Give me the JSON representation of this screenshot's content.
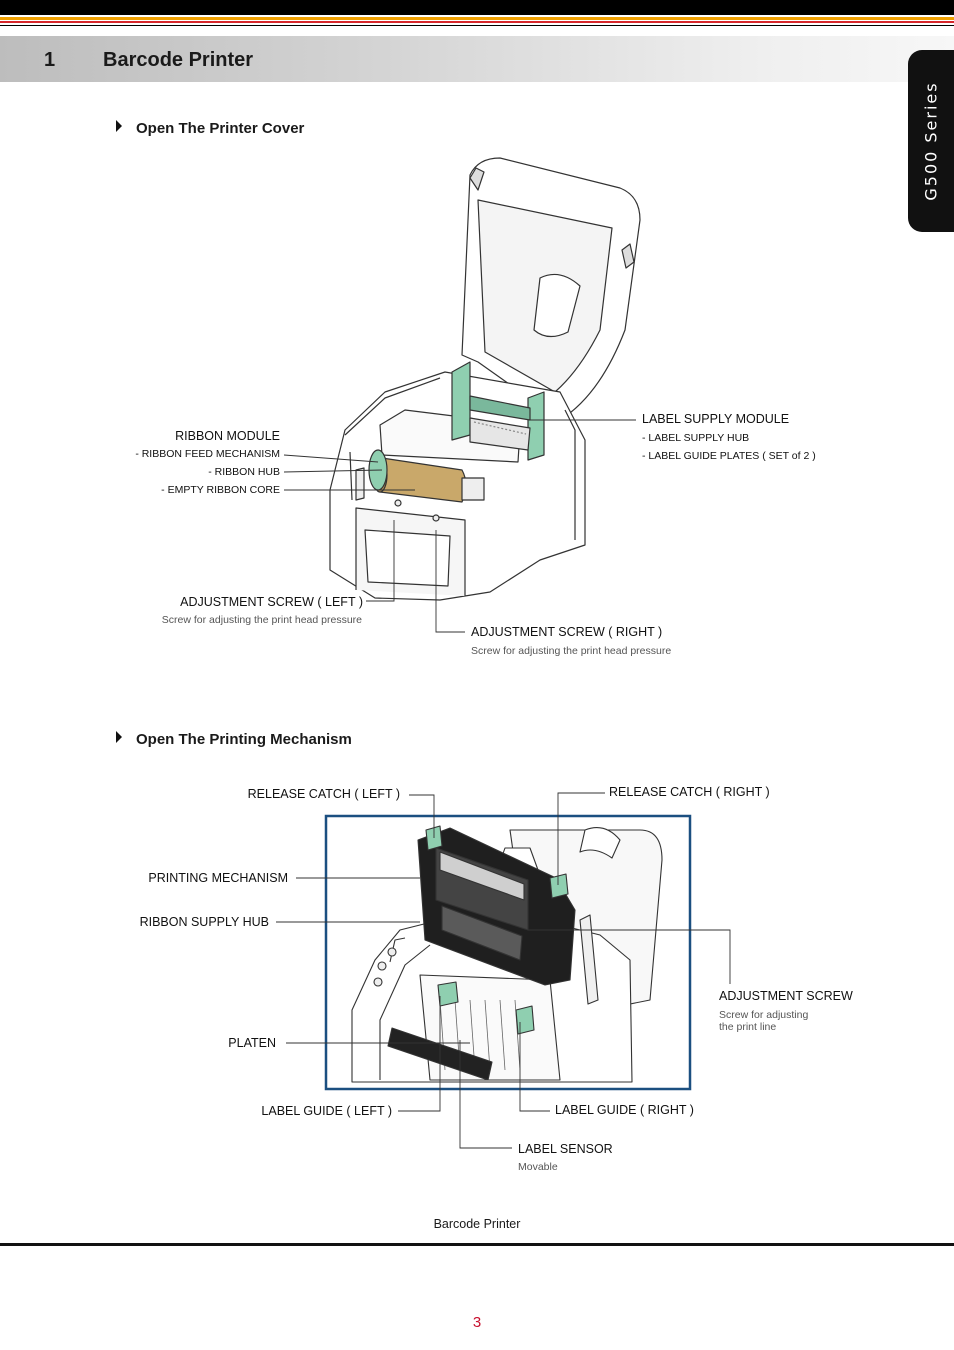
{
  "header": {
    "section_number": "1",
    "section_title": "Barcode Printer",
    "series_tab": "G500 Series",
    "stripe_colors": [
      "#000000",
      "#f0a000",
      "#d7262b",
      "#000000"
    ]
  },
  "cover": {
    "heading": "Open The Printer Cover",
    "ribbon_module": {
      "title": "RIBBON MODULE",
      "items": [
        "- RIBBON FEED MECHANISM",
        "- RIBBON HUB",
        "- EMPTY RIBBON CORE"
      ]
    },
    "label_supply_module": {
      "title": "LABEL SUPPLY MODULE",
      "items": [
        "- LABEL SUPPLY HUB",
        "- LABEL GUIDE PLATES ( SET of 2 )"
      ]
    },
    "adjust_left": {
      "title": "ADJUSTMENT SCREW ( LEFT )",
      "note": "Screw for adjusting the print head pressure"
    },
    "adjust_right": {
      "title": "ADJUSTMENT SCREW ( RIGHT )",
      "note": "Screw for adjusting the print head pressure"
    }
  },
  "mechanism": {
    "heading": "Open The Printing Mechanism",
    "release_left": "RELEASE CATCH ( LEFT )",
    "release_right": "RELEASE CATCH ( RIGHT )",
    "printing_mechanism": "PRINTING MECHANISM",
    "ribbon_supply_hub": "RIBBON SUPPLY HUB",
    "adjustment_screw": {
      "title": "ADJUSTMENT SCREW",
      "note_line1": "Screw for adjusting",
      "note_line2": "the print line"
    },
    "platen": "PLATEN",
    "label_guide_left": "LABEL GUIDE ( LEFT )",
    "label_guide_right": "LABEL GUIDE ( RIGHT )",
    "label_sensor": {
      "title": "LABEL SENSOR",
      "note": "Movable"
    },
    "frame_color": "#1b4f80"
  },
  "colors": {
    "accent_green": "#8fcfb0",
    "ribbon_gold": "#c9a86a"
  },
  "footer": {
    "caption": "Barcode Printer",
    "page_number": "3"
  }
}
